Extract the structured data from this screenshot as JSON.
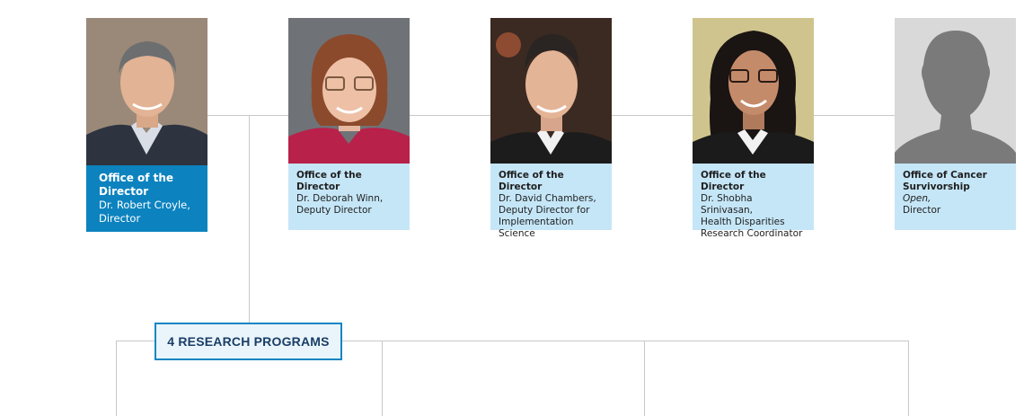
{
  "staff": [
    {
      "title_line1": "Office of the",
      "title_line2": "Director",
      "name": "Dr. Robert Croyle,",
      "role_line1": "Director",
      "role_line2": ""
    },
    {
      "title_line1": "Office of the Director",
      "title_line2": "",
      "name": "Dr. Deborah Winn,",
      "role_line1": "Deputy Director",
      "role_line2": ""
    },
    {
      "title_line1": "Office of the Director",
      "title_line2": "",
      "name": "Dr. David Chambers,",
      "role_line1": "Deputy Director for",
      "role_line2": "Implementation Science"
    },
    {
      "title_line1": "Office of the Director",
      "title_line2": "",
      "name": "Dr. Shobha Srinivasan,",
      "role_line1": "Health Disparities",
      "role_line2": "Research Coordinator"
    },
    {
      "title_line1": "Office of Cancer",
      "title_line2": "Survivorship",
      "name": "Open,",
      "role_line1": "Director",
      "role_line2": ""
    }
  ],
  "programs_label": "4 RESEARCH PROGRAMS",
  "colors": {
    "primary_card": "#0c83bf",
    "secondary_card": "#c5e6f7",
    "connector": "#c8c8c8",
    "programs_border": "#0f86c2",
    "programs_text": "#1a3e66"
  }
}
